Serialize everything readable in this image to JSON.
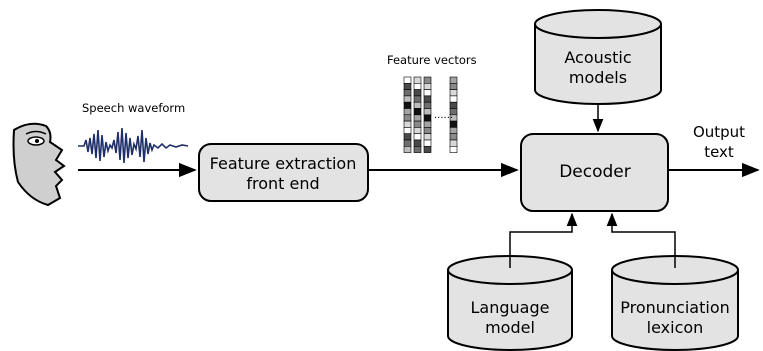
{
  "labels": {
    "speech_waveform": "Speech waveform",
    "feature_extraction_line1": "Feature extraction",
    "feature_extraction_line2": "front end",
    "feature_vectors": "Feature vectors",
    "decoder": "Decoder",
    "output_line1": "Output",
    "output_line2": "text",
    "acoustic_line1": "Acoustic",
    "acoustic_line2": "models",
    "language_line1": "Language",
    "language_line2": "model",
    "pronunciation_line1": "Pronunciation",
    "pronunciation_line2": "lexicon",
    "feature_dots": "......"
  },
  "colors": {
    "box_fill": "#e3e3e3",
    "stroke": "#000000",
    "waveform": "#1f2f6b"
  }
}
